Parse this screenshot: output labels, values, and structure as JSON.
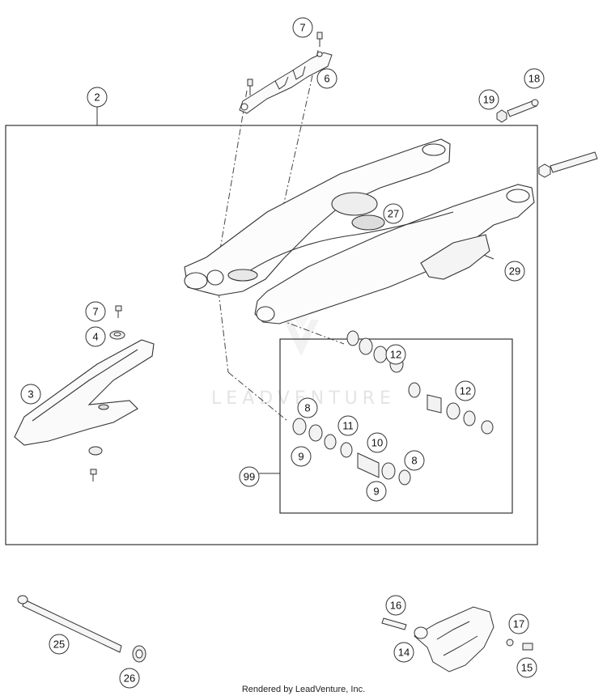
{
  "diagram": {
    "callouts": [
      "2",
      "3",
      "4",
      "6",
      "7",
      "7",
      "8",
      "8",
      "9",
      "9",
      "10",
      "11",
      "12",
      "12",
      "14",
      "15",
      "16",
      "17",
      "18",
      "19",
      "25",
      "26",
      "27",
      "29",
      "99"
    ],
    "watermark": "LEADVENTURE",
    "footer": "Rendered by LeadVenture, Inc."
  }
}
